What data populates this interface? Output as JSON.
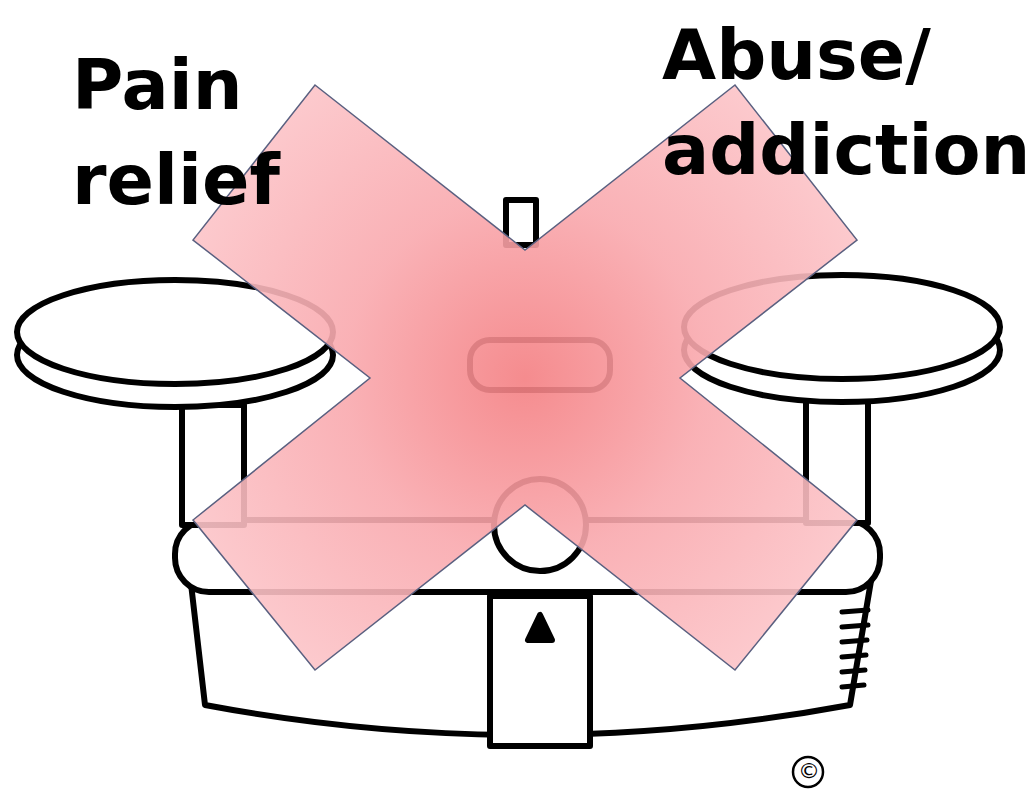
{
  "diagram": {
    "labels": [
      "Pain relief",
      "Abuse/ addiction",
      "©"
    ]
  }
}
